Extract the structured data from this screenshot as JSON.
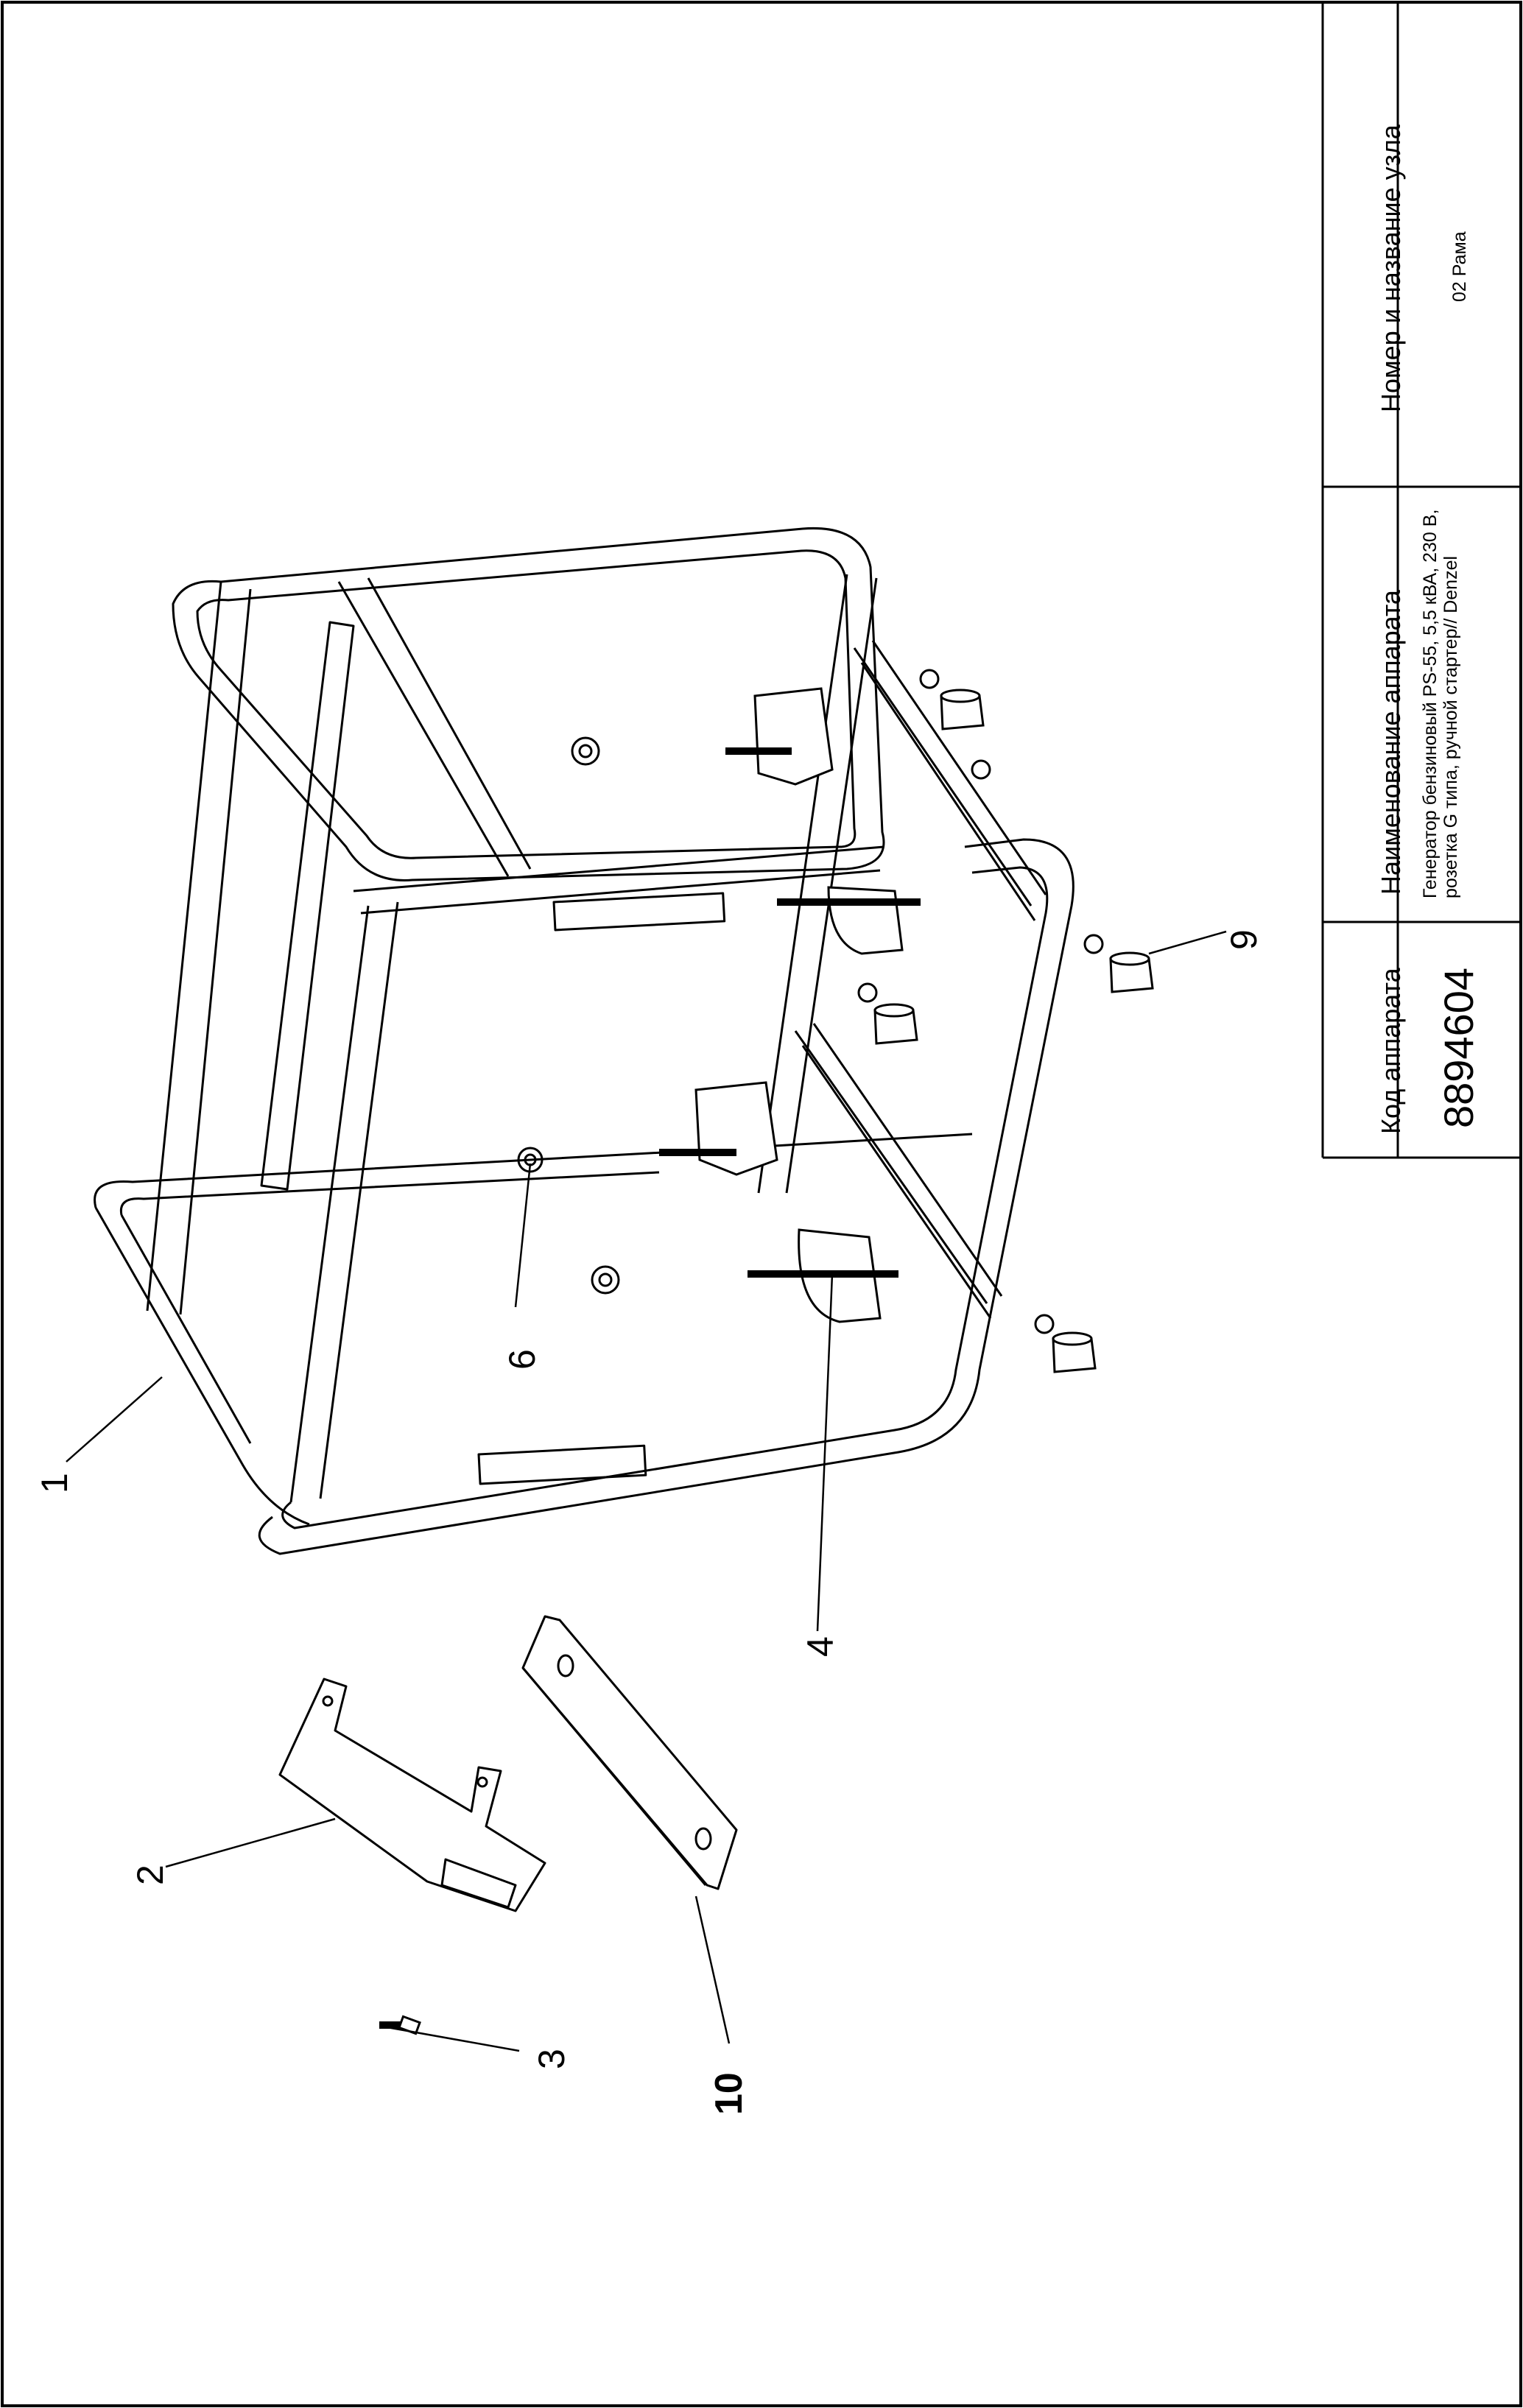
{
  "title_block": {
    "col_code": {
      "header": "Код аппарата",
      "value": "8894604"
    },
    "col_name": {
      "header": "Наименование аппарата",
      "value": "Генератор бензиновый PS-55, 5,5 кВА, 230 В, розетка G типа, ручной стартер// Denzel"
    },
    "col_unit": {
      "header": "Номер и название узла",
      "value": "02 Рама"
    }
  },
  "callouts": {
    "c1": "1",
    "c2": "2",
    "c3": "3",
    "c4": "4",
    "c6": "6",
    "c9": "9",
    "c10": "10"
  }
}
